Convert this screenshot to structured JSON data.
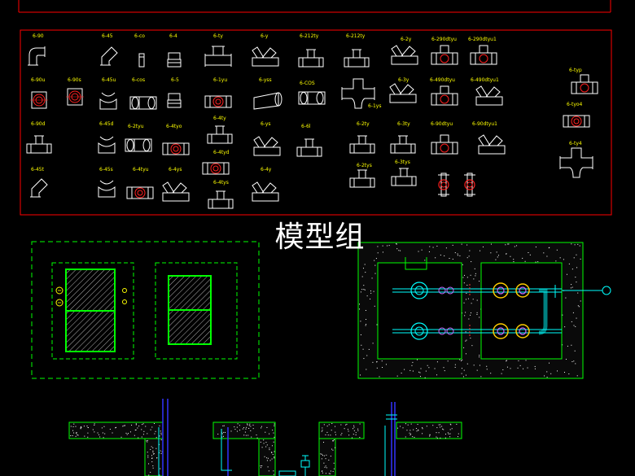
{
  "title": "模型组",
  "fittings": [
    {
      "label": "6-90",
      "shape": "elbow"
    },
    {
      "label": "6-45",
      "shape": "elbow45"
    },
    {
      "label": "6-co",
      "shape": "plug"
    },
    {
      "label": "6-4",
      "shape": "reducer"
    },
    {
      "label": "6-ty",
      "shape": "tee"
    },
    {
      "label": "6-y",
      "shape": "ytee"
    },
    {
      "label": "6-212ty",
      "shape": "tee2"
    },
    {
      "label": "6-212ty",
      "shape": "tee2"
    },
    {
      "label": "6-2y",
      "shape": "ytee"
    },
    {
      "label": "6-290dtyu",
      "shape": "tee2c"
    },
    {
      "label": "6-290dtyu1",
      "shape": "tee2c"
    },
    {
      "label": "6-90u",
      "shape": "flangeelbow"
    },
    {
      "label": "6-90s",
      "shape": "flangeelbow"
    },
    {
      "label": "6-45u",
      "shape": "saddle"
    },
    {
      "label": "6-cos",
      "shape": "coupling"
    },
    {
      "label": "6-5",
      "shape": "reducer"
    },
    {
      "label": "6-1yu",
      "shape": "flangetee"
    },
    {
      "label": "6-yss",
      "shape": "pipe"
    },
    {
      "label": "6-COS",
      "shape": "coupling"
    },
    {
      "label": "6-1ys",
      "shape": "bigtee"
    },
    {
      "label": "6-3y",
      "shape": "ytee"
    },
    {
      "label": "6-490dtyu",
      "shape": "tee2c"
    },
    {
      "label": "6-490dtyu1",
      "shape": "ytee"
    },
    {
      "label": "6-typ",
      "shape": "tee2c"
    },
    {
      "label": "6-90d",
      "shape": "tee2"
    },
    {
      "label": "6-45d",
      "shape": "saddle"
    },
    {
      "label": "6-2tyu",
      "shape": "coupling"
    },
    {
      "label": "6-4tyo",
      "shape": "flangetee"
    },
    {
      "label": "6-4ty",
      "shape": "tee2"
    },
    {
      "label": "6-ys",
      "shape": "ytee"
    },
    {
      "label": "6-6l",
      "shape": "tee2"
    },
    {
      "label": "6-2ty",
      "shape": "tee2"
    },
    {
      "label": "6-3ty",
      "shape": "tee2"
    },
    {
      "label": "6-90dtyu",
      "shape": "tee2c"
    },
    {
      "label": "6-90dtyu1",
      "shape": "ytee"
    },
    {
      "label": "6-tyo4",
      "shape": "flangetee"
    },
    {
      "label": "6-4tyd",
      "shape": "flangetee"
    },
    {
      "label": "6-45t",
      "shape": "elbow45"
    },
    {
      "label": "6-45s",
      "shape": "saddle"
    },
    {
      "label": "6-4tyu",
      "shape": "flangetee"
    },
    {
      "label": "6-4ys",
      "shape": "ytee"
    },
    {
      "label": "6-4tys",
      "shape": "tee2"
    },
    {
      "label": "6-4y",
      "shape": "ytee"
    },
    {
      "label": "6-2tys",
      "shape": "tee2"
    },
    {
      "label": "6-3tys",
      "shape": "tee2"
    },
    {
      "label": "",
      "shape": "valve"
    },
    {
      "label": "",
      "shape": "valve"
    },
    {
      "label": "6-ty4",
      "shape": "bigtee"
    }
  ],
  "colors": {
    "frame": "#ff0000",
    "fitting": "#ffffff",
    "label": "#ffff00",
    "flange": "#ff2020",
    "tank": "#00ff00",
    "pipe": "#00ffff",
    "hatch": "#ffffff",
    "concrete": "#ffffff",
    "valve": "#ffcc00",
    "pump": "#cc66ff",
    "riser": "#3333ff"
  }
}
